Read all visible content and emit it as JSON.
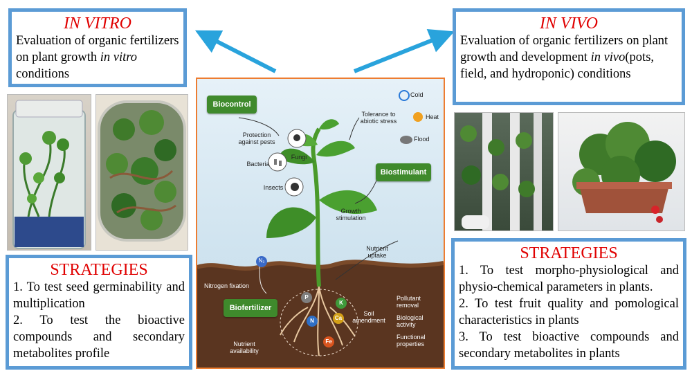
{
  "in_vitro": {
    "title": "IN VITRO",
    "desc_a": "Evaluation of organic fertilizers on plant growth ",
    "desc_b": "in vitro",
    "desc_c": " conditions"
  },
  "in_vivo": {
    "title": "IN VIVO",
    "desc_a": "Evaluation of organic fertilizers on plant growth and development ",
    "desc_b": "in vivo",
    "desc_c": "(pots, field, and  hydroponic) conditions"
  },
  "strategies_left": {
    "title": "STRATEGIES",
    "items": [
      "1. To test seed germinability and multiplication",
      "2. To test the bioactive compounds and secondary metabolites profile"
    ]
  },
  "strategies_right": {
    "title": "STRATEGIES",
    "items": [
      "1. To test morpho-physiological and physio-chemical parameters in plants.",
      "2. To test fruit quality and pomological characteristics in plants",
      "3. To test bioactive compounds and secondary metabolites in plants"
    ]
  },
  "diagram": {
    "biocontrol": "Biocontrol",
    "biostimulant": "Biostimulant",
    "biofertilizer": "Biofertilizer",
    "protection": "Protection against pests",
    "bacteria": "Bacteria",
    "fungi": "Fungi",
    "insects": "Insects",
    "tolerance": "Tolerance to abiotic stress",
    "cold": "Cold",
    "heat": "Heat",
    "flood": "Flood",
    "growth": "Growth stimulation",
    "nutrient_uptake": "Nutrient uptake",
    "nitrogen_fixation": "Nitrogen fixation",
    "n2": "N₂",
    "soil_amendment": "Soil amendment",
    "nutrient_availability": "Nutrient availability",
    "bullets": [
      "Pollutant removal",
      "Biological activity",
      "Functional properties"
    ],
    "nutrients": [
      {
        "label": "P",
        "color": "#7f7f7f"
      },
      {
        "label": "K",
        "color": "#3f9a3a"
      },
      {
        "label": "N",
        "color": "#2f6fc6"
      },
      {
        "label": "Ca",
        "color": "#d4a017"
      },
      {
        "label": "Fe",
        "color": "#d9541e"
      }
    ]
  },
  "colors": {
    "box_border": "#5b9bd5",
    "title_red": "#e00000",
    "arrow": "#29a3dc",
    "center_border": "#ed7d31"
  }
}
